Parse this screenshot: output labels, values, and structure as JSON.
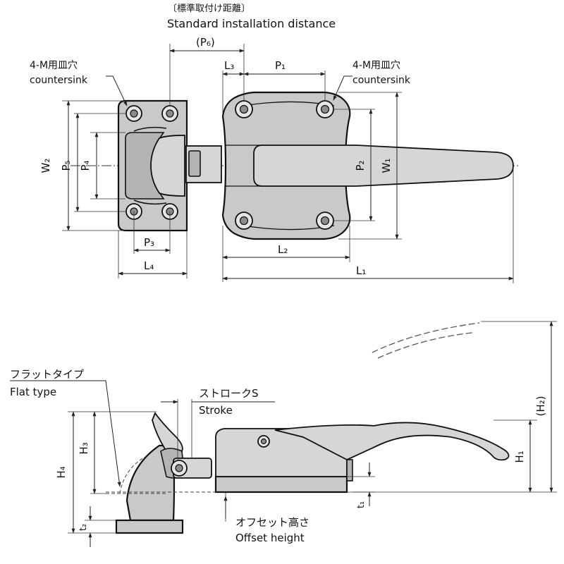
{
  "top_view": {
    "std_install_jp": "〔標準取付け距離〕",
    "std_install_en": "Standard installation distance",
    "p6": "(P₆)",
    "l3": "L₃",
    "p1": "P₁",
    "cs_left_jp": "4-M用皿穴",
    "cs_left_en": "countersink",
    "cs_right_jp": "4-M用皿穴",
    "cs_right_en": "countersink",
    "w2": "W₂",
    "p5": "P₅",
    "p4": "P₄",
    "p2": "P₂",
    "w1": "W₁",
    "p3": "P₃",
    "l4": "L₄",
    "l2": "L₂",
    "l1": "L₁"
  },
  "side_view": {
    "flat_type_jp": "フラットタイプ",
    "flat_type_en": "Flat type",
    "stroke_jp": "ストロークS",
    "stroke_en": "Stroke",
    "h3": "H₃",
    "h4": "H₄",
    "t2": "t₂",
    "t1": "t₁",
    "h1": "H₁",
    "h2": "(H₂)",
    "offset_jp": "オフセット高さ",
    "offset_en": "Offset height"
  }
}
